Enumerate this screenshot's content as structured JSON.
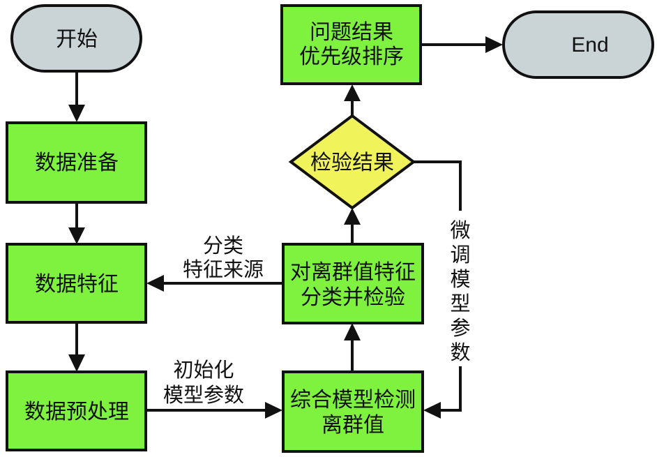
{
  "diagram": {
    "type": "flowchart",
    "colors": {
      "process_fill": "#7ef23e",
      "terminal_fill": "#cad4d7",
      "decision_fill": "#f0f35a",
      "stroke": "#111111"
    },
    "nodes": {
      "start": {
        "kind": "terminal",
        "lines": [
          "开始"
        ]
      },
      "prep": {
        "kind": "process",
        "lines": [
          "数据准备"
        ]
      },
      "features": {
        "kind": "process",
        "lines": [
          "数据特征"
        ]
      },
      "preprocess": {
        "kind": "process",
        "lines": [
          "数据预处理"
        ]
      },
      "detect": {
        "kind": "process",
        "lines": [
          "综合模型检测",
          "离群值"
        ]
      },
      "classify": {
        "kind": "process",
        "lines": [
          "对离群值特征",
          "分类并检验"
        ]
      },
      "check": {
        "kind": "decision",
        "lines": [
          "检验结果"
        ]
      },
      "rank": {
        "kind": "process",
        "lines": [
          "问题结果",
          "优先级排序"
        ]
      },
      "end": {
        "kind": "terminal",
        "lines": [
          "End"
        ]
      }
    },
    "edges": {
      "start_prep": {
        "from": "start",
        "to": "prep",
        "lines": []
      },
      "prep_features": {
        "from": "prep",
        "to": "features",
        "lines": []
      },
      "features_preprocess": {
        "from": "features",
        "to": "preprocess",
        "lines": []
      },
      "preprocess_detect": {
        "from": "preprocess",
        "to": "detect",
        "lines": [
          "初始化",
          "模型参数"
        ]
      },
      "detect_classify": {
        "from": "detect",
        "to": "classify",
        "lines": []
      },
      "classify_features": {
        "from": "classify",
        "to": "features",
        "lines": [
          "分类",
          "特征来源"
        ]
      },
      "classify_check": {
        "from": "classify",
        "to": "check",
        "lines": []
      },
      "check_rank": {
        "from": "check",
        "to": "rank",
        "lines": []
      },
      "check_detect": {
        "from": "check",
        "to": "detect",
        "lines": [
          "微",
          "调",
          "模",
          "型",
          "参",
          "数"
        ]
      },
      "rank_end": {
        "from": "rank",
        "to": "end",
        "lines": []
      }
    }
  }
}
